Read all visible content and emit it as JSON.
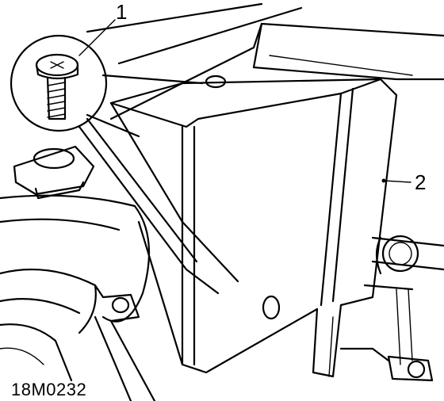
{
  "callouts": [
    {
      "number": "1",
      "part_icon": "screw-icon"
    },
    {
      "number": "2",
      "part_icon": "reservoir-tank-icon"
    }
  ],
  "reference_code": "18M0232",
  "colors": {
    "ink": "#000000",
    "background": "#ffffff"
  }
}
